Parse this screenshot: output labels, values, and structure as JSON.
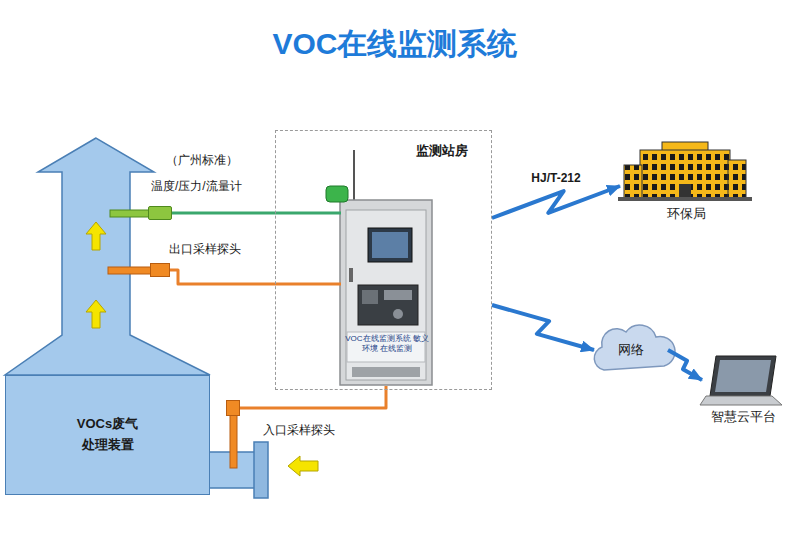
{
  "diagram": {
    "title": "VOC在线监测系统",
    "nodes": [
      {
        "text": [
          "（广州标准）",
          "温度/压力/流量计"
        ]
      },
      {
        "text": [
          "出口采样探头"
        ]
      },
      {
        "text": [
          "VOCs废气 处理装置"
        ]
      },
      {
        "text": [
          "入口采样探头"
        ]
      },
      {
        "text": [
          "监测站房"
        ]
      },
      {
        "text": [
          "VOC在线监测系统 敏义环境 在线监测"
        ],
        "in": 4
      },
      {
        "text": [
          "环保局"
        ]
      },
      {
        "text": [
          "网络"
        ]
      },
      {
        "text": [
          "智慧云平台"
        ]
      }
    ],
    "edges": [
      {
        "from": 0,
        "to": 5,
        "arrow": "none"
      },
      {
        "from": 1,
        "to": 5,
        "arrow": "none"
      },
      {
        "from": 3,
        "to": 5,
        "arrow": "none"
      },
      {
        "from": 4,
        "to": 6,
        "label": "HJ/T-212",
        "arrow": "to"
      },
      {
        "from": 4,
        "to": 7,
        "arrow": "to"
      },
      {
        "from": 7,
        "to": 8,
        "arrow": "to"
      }
    ]
  }
}
